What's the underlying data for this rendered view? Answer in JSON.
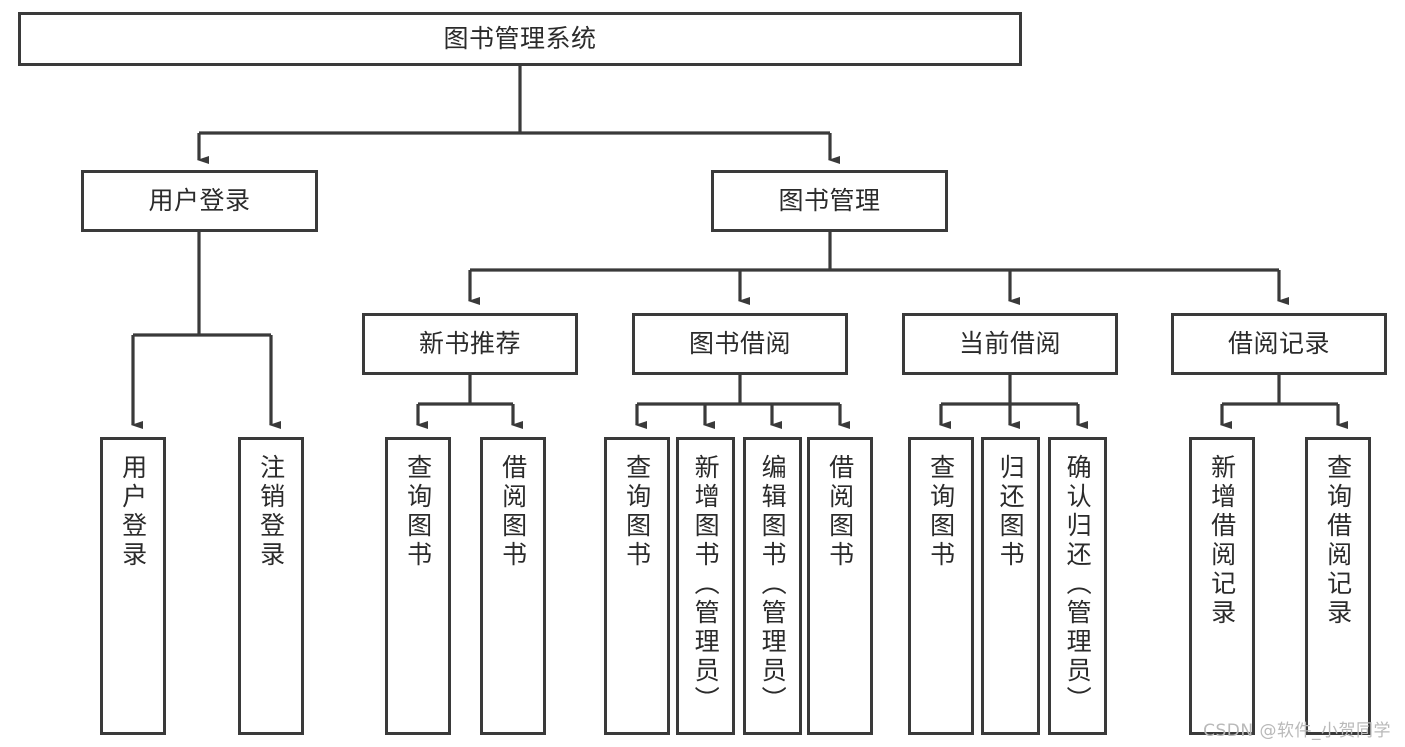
{
  "diagram": {
    "type": "tree-hierarchy",
    "title": "图书管理系统",
    "watermark": "CSDN @软件_小贺同学",
    "colors": {
      "box_border": "#3a3a3a",
      "box_fill": "#ffffff",
      "connector": "#3a3a3a",
      "text": "#2b2b2b",
      "watermark": "#b9b9b9",
      "background": "#ffffff"
    },
    "nodes": {
      "root": {
        "label": "图书管理系统"
      },
      "level2": [
        {
          "id": "user-login",
          "label": "用户登录"
        },
        {
          "id": "book-management",
          "label": "图书管理"
        }
      ],
      "level3": [
        {
          "id": "new-book-recommend",
          "label": "新书推荐"
        },
        {
          "id": "book-borrow",
          "label": "图书借阅"
        },
        {
          "id": "current-borrow",
          "label": "当前借阅"
        },
        {
          "id": "borrow-record",
          "label": "借阅记录"
        }
      ],
      "leaves": {
        "user-login": [
          {
            "id": "leaf-user-login",
            "label": "用户登录"
          },
          {
            "id": "leaf-logout-login",
            "label": "注销登录"
          }
        ],
        "new-book-recommend": [
          {
            "id": "leaf-query-book-1",
            "label": "查询图书"
          },
          {
            "id": "leaf-borrow-book-1",
            "label": "借阅图书"
          }
        ],
        "book-borrow": [
          {
            "id": "leaf-query-book-2",
            "label": "查询图书"
          },
          {
            "id": "leaf-add-book",
            "label": "新增图书（管理员）"
          },
          {
            "id": "leaf-edit-book",
            "label": "编辑图书（管理员）"
          },
          {
            "id": "leaf-borrow-book-2",
            "label": "借阅图书"
          }
        ],
        "current-borrow": [
          {
            "id": "leaf-query-book-3",
            "label": "查询图书"
          },
          {
            "id": "leaf-return-book",
            "label": "归还图书"
          },
          {
            "id": "leaf-confirm-return",
            "label": "确认归还（管理员）"
          }
        ],
        "borrow-record": [
          {
            "id": "leaf-add-record",
            "label": "新增借阅记录"
          },
          {
            "id": "leaf-query-record",
            "label": "查询借阅记录"
          }
        ]
      }
    }
  }
}
